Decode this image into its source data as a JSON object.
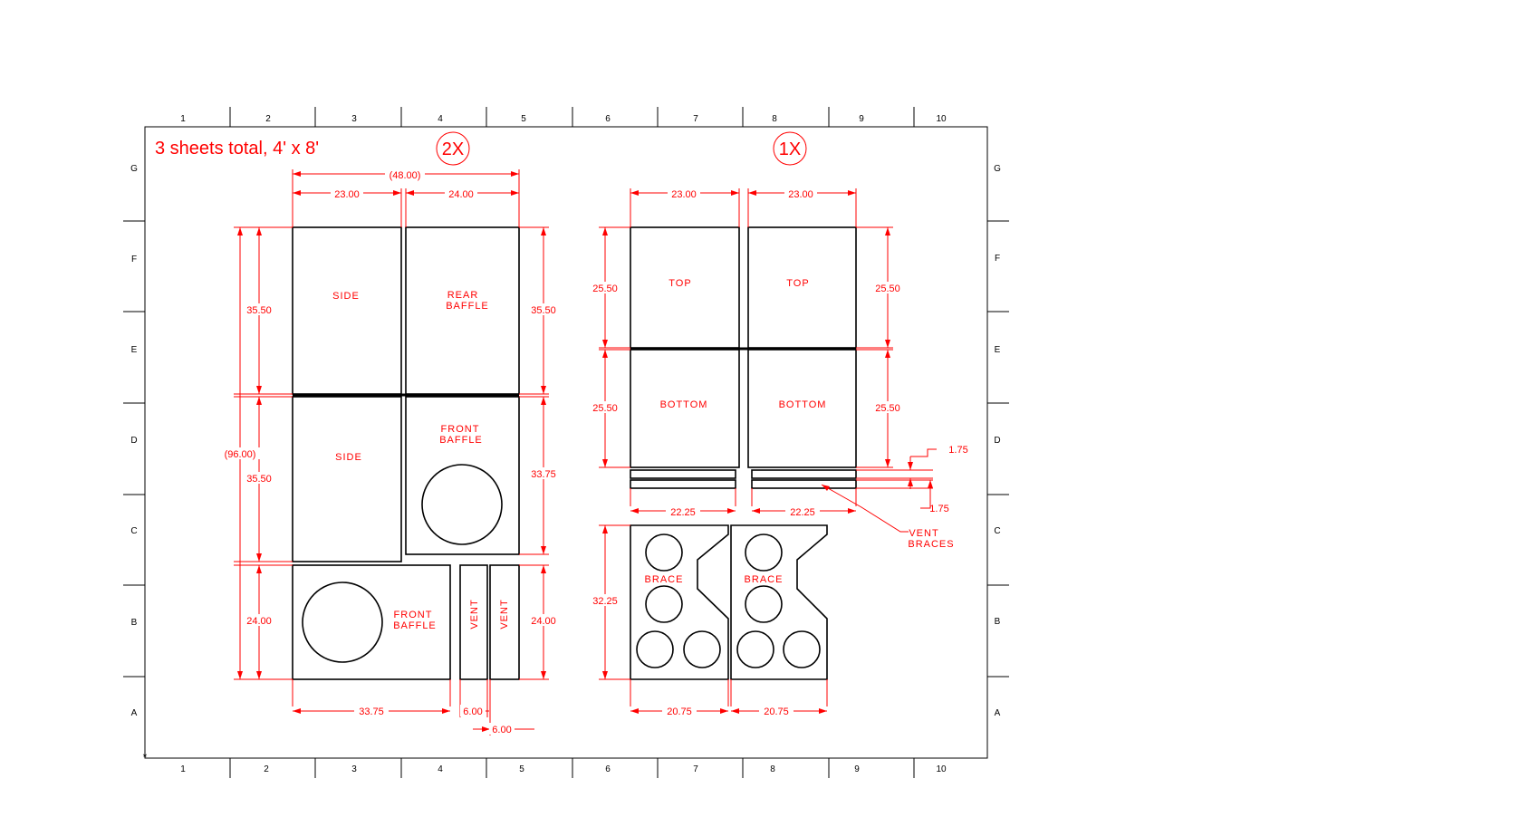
{
  "title": "3 sheets total, 4' x 8'",
  "quantity_left": "2X",
  "quantity_right": "1X",
  "grid": {
    "columns": [
      "1",
      "2",
      "3",
      "4",
      "5",
      "6",
      "7",
      "8",
      "9",
      "10"
    ],
    "rows": [
      "G",
      "F",
      "E",
      "D",
      "C",
      "B",
      "A"
    ]
  },
  "parts": {
    "side_top": "SIDE",
    "side_bottom": "SIDE",
    "rear_baffle": [
      "REAR",
      "BAFFLE"
    ],
    "front_baffle_right": [
      "FRONT",
      "BAFFLE"
    ],
    "front_baffle_bottom": [
      "FRONT",
      "BAFFLE"
    ],
    "vent": "VENT",
    "top": "TOP",
    "bottom": "BOTTOM",
    "brace": "BRACE",
    "vent_braces": [
      "VENT",
      "BRACES"
    ]
  },
  "dimensions": {
    "overall_width": "(48.00)",
    "overall_height": "(96.00)",
    "w_23": "23.00",
    "w_24": "24.00",
    "h_35_5": "35.50",
    "h_33_75": "33.75",
    "h_24": "24.00",
    "w_33_75": "33.75",
    "w_6": "6.00",
    "h_25_5": "25.50",
    "t_1_75": "1.75",
    "w_22_25": "22.25",
    "h_32_25": "32.25",
    "w_20_75": "20.75"
  }
}
